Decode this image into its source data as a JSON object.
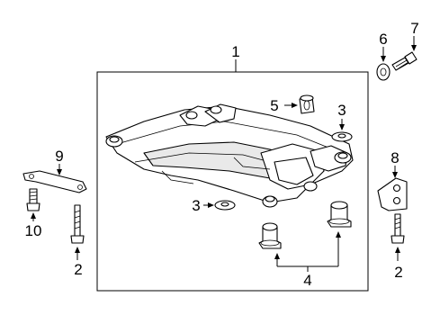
{
  "callouts": {
    "c1": "1",
    "c2_left": "2",
    "c2_right": "2",
    "c3_top": "3",
    "c3_left": "3",
    "c4": "4",
    "c5": "5",
    "c6": "6",
    "c7": "7",
    "c8": "8",
    "c9": "9",
    "c10": "10"
  }
}
